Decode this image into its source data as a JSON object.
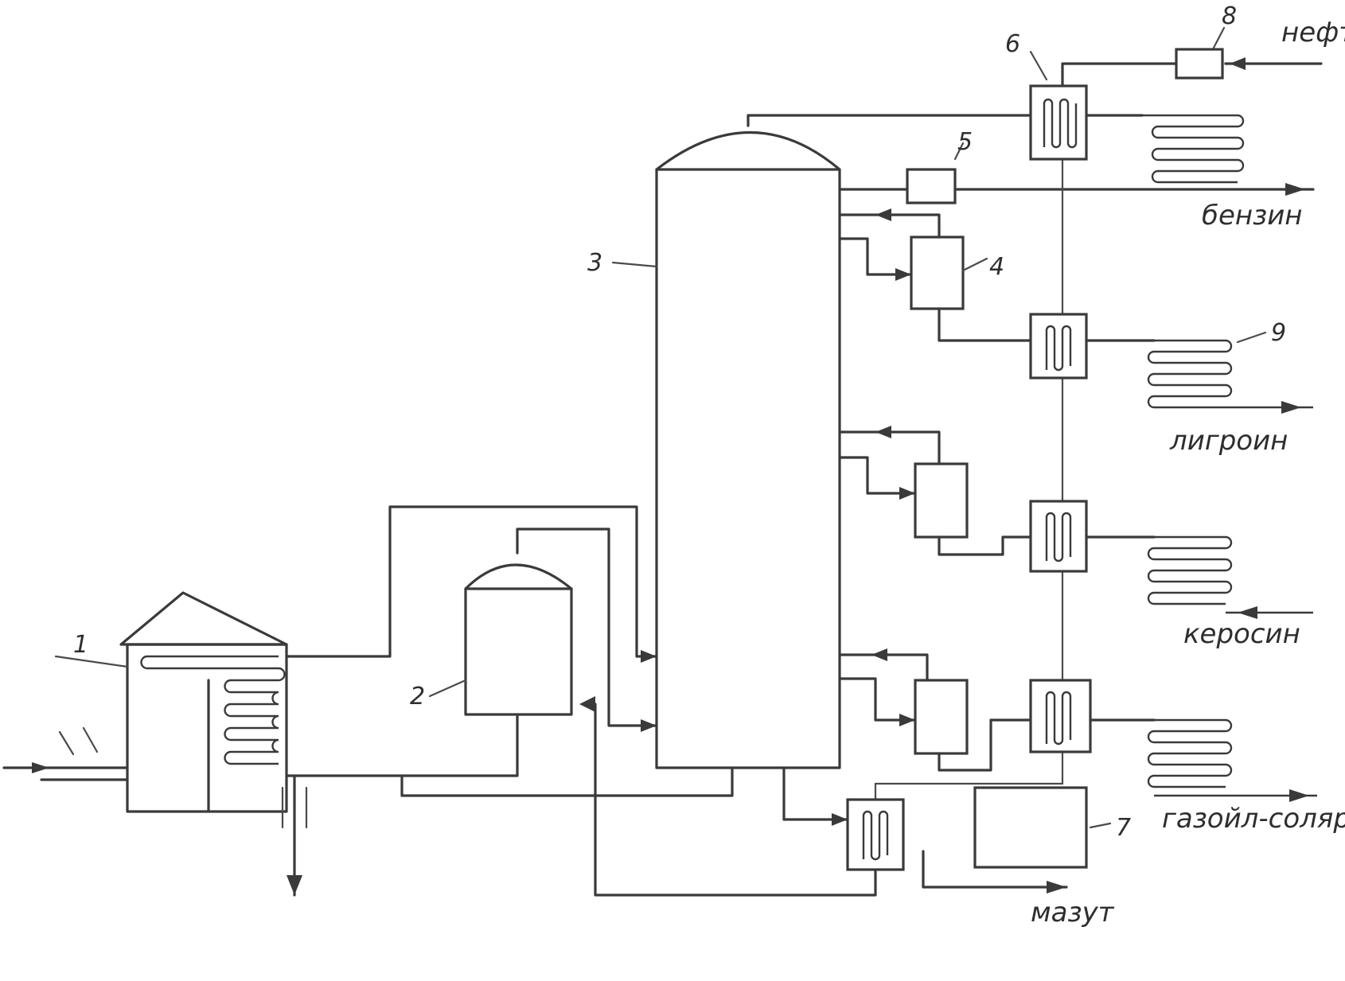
{
  "diagram": {
    "callouts": {
      "n1": "1",
      "n2": "2",
      "n3": "3",
      "n4": "4",
      "n5": "5",
      "n6": "6",
      "n7": "7",
      "n8": "8",
      "n9": "9"
    },
    "streams": {
      "oil_in": "нефт",
      "gasoline": "бензин",
      "ligroin": "лигроин",
      "kerosene": "керосин",
      "gasoil": "газойл-соляр",
      "fuel_oil": "мазут"
    }
  },
  "colors": {
    "ink": "#3a3a3a",
    "paper": "#ffffff"
  }
}
